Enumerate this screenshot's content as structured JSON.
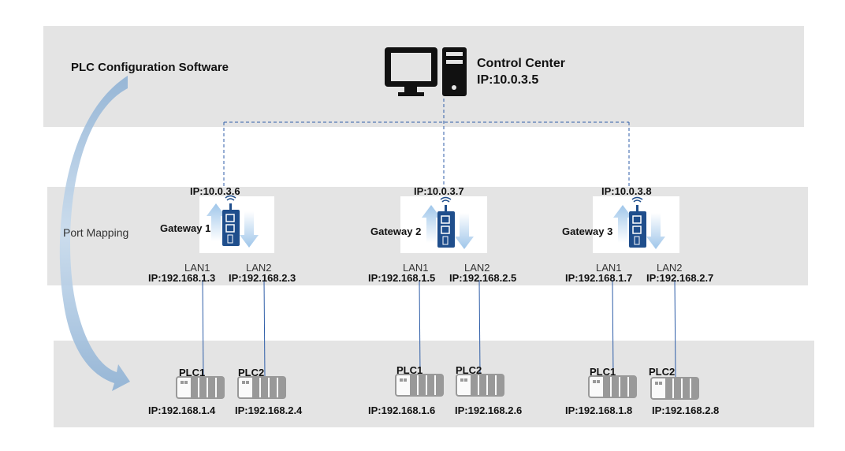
{
  "title": "PLC Configuration Software",
  "port_mapping_label": "Port Mapping",
  "control_center": {
    "name": "Control Center",
    "ip": "IP:10.0.3.5"
  },
  "colors": {
    "band": "#e4e4e4",
    "device_blue": "#1f4e8c",
    "link_blue": "#2f5ea8",
    "arrow_blue": "#a9c8e6"
  },
  "gateways": [
    {
      "name": "Gateway 1",
      "wan_ip": "IP:10.0.3.6",
      "lan1_label": "LAN1",
      "lan1_ip": "IP:192.168.1.3",
      "lan2_label": "LAN2",
      "lan2_ip": "IP:192.168.2.3",
      "plc1": {
        "name": "PLC1",
        "ip": "IP:192.168.1.4"
      },
      "plc2": {
        "name": "PLC2",
        "ip": "IP:192.168.2.4"
      }
    },
    {
      "name": "Gateway 2",
      "wan_ip": "IP:10.0.3.7",
      "lan1_label": "LAN1",
      "lan1_ip": "IP:192.168.1.5",
      "lan2_label": "LAN2",
      "lan2_ip": "IP:192.168.2.5",
      "plc1": {
        "name": "PLC1",
        "ip": "IP:192.168.1.6"
      },
      "plc2": {
        "name": "PLC2",
        "ip": "IP:192.168.2.6"
      }
    },
    {
      "name": "Gateway 3",
      "wan_ip": "IP:10.0.3.8",
      "lan1_label": "LAN1",
      "lan1_ip": "IP:192.168.1.7",
      "lan2_label": "LAN2",
      "lan2_ip": "IP:192.168.2.7",
      "plc1": {
        "name": "PLC1",
        "ip": "IP:192.168.1.8"
      },
      "plc2": {
        "name": "PLC2",
        "ip": "IP:192.168.2.8"
      }
    }
  ]
}
